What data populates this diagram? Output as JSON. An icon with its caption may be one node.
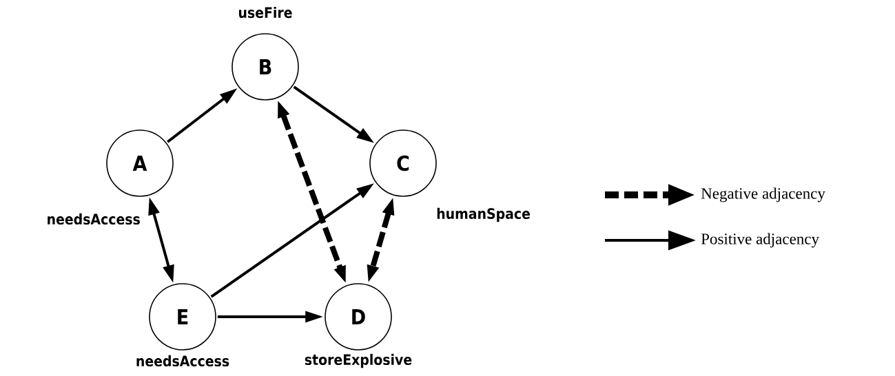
{
  "diagram": {
    "nodes": [
      {
        "text": [
          "A"
        ],
        "beside": [
          "needsAccess"
        ]
      },
      {
        "text": [
          "B"
        ],
        "beside": [
          "useFire"
        ]
      },
      {
        "text": [
          "C"
        ],
        "beside": [
          "humanSpace"
        ]
      },
      {
        "text": [
          "D"
        ],
        "beside": [
          "storeExplosive"
        ]
      },
      {
        "text": [
          "E"
        ],
        "beside": [
          "needsAccess"
        ]
      }
    ],
    "edges": [
      {
        "from": 0,
        "to": 1,
        "arrow": "to"
      },
      {
        "from": 1,
        "to": 2,
        "arrow": "to"
      },
      {
        "from": 1,
        "to": 3,
        "arrow": "both",
        "style": "dashed"
      },
      {
        "from": 2,
        "to": 3,
        "arrow": "both",
        "style": "dashed"
      },
      {
        "from": 0,
        "to": 4,
        "arrow": "both"
      },
      {
        "from": 4,
        "to": 2,
        "arrow": "to"
      },
      {
        "from": 4,
        "to": 3,
        "arrow": "to"
      }
    ],
    "legend": [
      {
        "text": "Negative adjacency"
      },
      {
        "text": "Positive adjacency"
      }
    ]
  }
}
